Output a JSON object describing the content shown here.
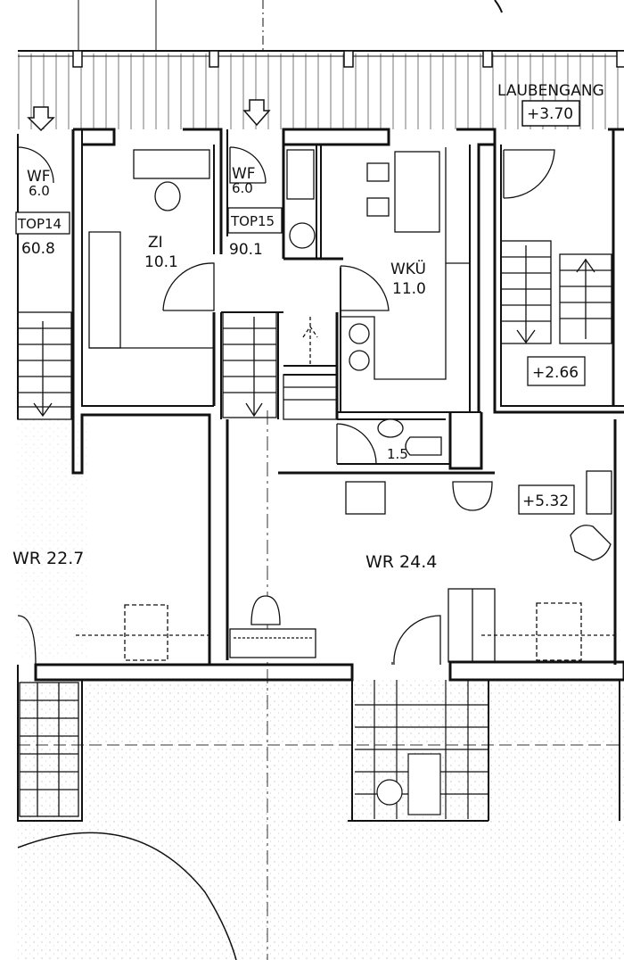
{
  "plan": {
    "corridor_label": "LAUBENGANG",
    "level_corridor": "+3.70",
    "level_stair": "+2.66",
    "level_living": "+5.32",
    "rooms": {
      "wf_left": "WF",
      "wf_left_area": "6.0",
      "top14": "TOP14",
      "top14_area": "60.8",
      "wf_mid": "WF",
      "wf_mid_area": "6.0",
      "top15": "TOP15",
      "top15_area": "90.1",
      "zi": "ZI",
      "zi_area": "10.1",
      "wku": "WKÜ",
      "wku_area": "11.0",
      "wc_area": "1.5",
      "wr_left": "WR 22.7",
      "wr_main": "WR 24.4"
    }
  }
}
